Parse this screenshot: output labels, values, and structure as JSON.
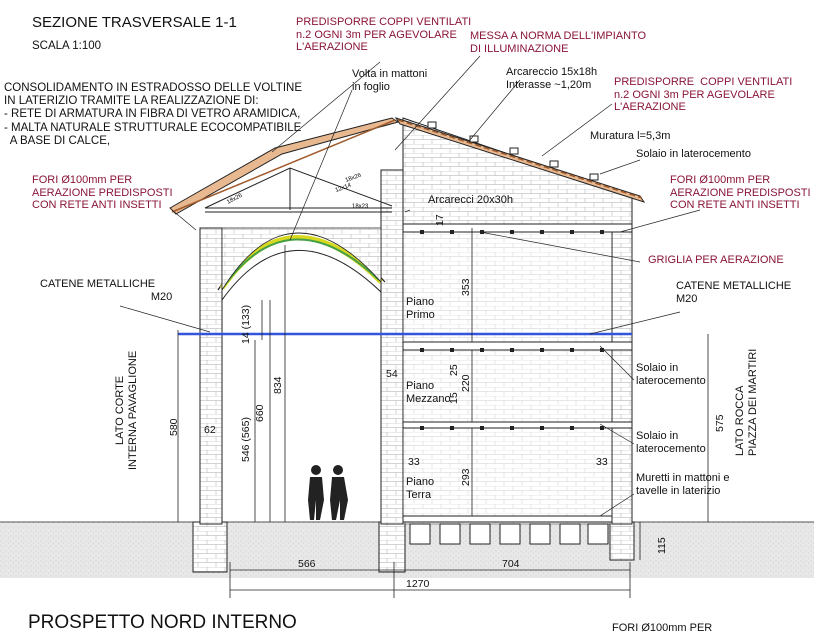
{
  "title": "SEZIONE TRASVERSALE 1-1",
  "scale": "SCALA 1:100",
  "bottom_title": "PROSPETTO NORD INTERNO",
  "colors": {
    "line": "#222222",
    "annotation_red": "#8a1538",
    "arch_yellow": "#d8d820",
    "arch_green": "#46a046",
    "chain_blue": "#3355dd",
    "ground": "#dddddd"
  },
  "notes": {
    "consolidamento": [
      "CONSOLIDAMENTO IN ESTRADOSSO DELLE VOLTINE",
      "IN LATERIZIO TRAMITE LA REALIZZAZIONE DI:",
      "- RETE DI ARMATURA IN FIBRA DI VETRO ARAMIDICA,",
      "- MALTA NATURALE STRUTTURALE ECOCOMPATIBILE",
      "  A BASE DI CALCE,"
    ],
    "coppi_left": [
      "PREDISPORRE COPPI VENTILATI",
      "n.2 OGNI 3m PER AGEVOLARE",
      "L'AERAZIONE"
    ],
    "coppi_right": [
      "PREDISPORRE  COPPI VENTILATI",
      "n.2 OGNI 3m PER AGEVOLARE",
      "L'AERAZIONE"
    ],
    "illuminazione": [
      "MESSA A NORMA DELL'IMPIANTO",
      "DI ILLUMINAZIONE"
    ],
    "volta": [
      "Volta in mattoni",
      "in foglio"
    ],
    "arcareccio": [
      "Arcareccio 15x18h",
      "Interasse ~1,20m"
    ],
    "muratura": "Muratura l=5,3m",
    "solaio_top": "Solaio in laterocemento",
    "fori_left": [
      "FORI Ø100mm PER",
      "AERAZIONE PREDISPOSTI",
      "CON RETE ANTI INSETTI"
    ],
    "fori_right": [
      "FORI Ø100mm PER",
      "AERAZIONE PREDISPOSTI",
      "CON RETE ANTI INSETTI"
    ],
    "arcarecci": "Arcarecci 20x30h",
    "griglia": "GRIGLIA PER AERAZIONE",
    "catene_left": [
      "CATENE METALLICHE",
      "M20"
    ],
    "catene_right": [
      "CATENE METALLICHE",
      "M20"
    ],
    "piano_primo": [
      "Piano",
      "Primo"
    ],
    "piano_mezzano": [
      "Piano",
      "Mezzano"
    ],
    "piano_terra": [
      "Piano",
      "Terra"
    ],
    "solaio_mid": [
      "Solaio in",
      "laterocemento"
    ],
    "solaio_low": [
      "Solaio in",
      "laterocemento"
    ],
    "muretti": [
      "Muretti in mattoni e",
      "tavelle in laterizio"
    ],
    "lato_corte": [
      "LATO CORTE",
      "INTERNA PAVAGLIONE"
    ],
    "lato_rocca": [
      "LATO ROCCA",
      "PIAZZA DEI MARTIRI"
    ],
    "fori_bottom": "FORI Ø100mm PER"
  },
  "timber_labels": [
    "18x26",
    "12x14",
    "18x26",
    "18x23"
  ],
  "dimensions": {
    "d580": "580",
    "d62": "62",
    "d546": "546 (565)",
    "d660": "660",
    "d834": "834",
    "d14": "14 (133)",
    "d353": "353",
    "d17": "17",
    "d54": "54",
    "d25": "25",
    "d220": "220",
    "d15": "15",
    "d33a": "33",
    "d33b": "33",
    "d293": "293",
    "d575": "575",
    "d115": "115",
    "d566": "566",
    "d704": "704",
    "d1270": "1270"
  }
}
